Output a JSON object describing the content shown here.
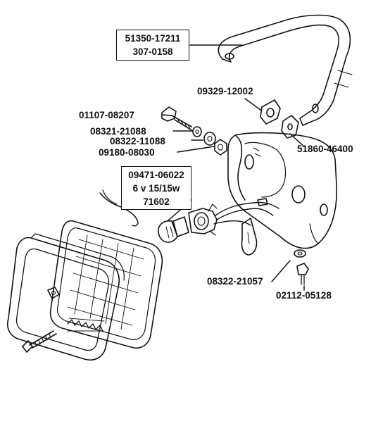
{
  "callouts": {
    "bracket": {
      "lines": [
        "51350-17211",
        "307-0158"
      ]
    },
    "bulb": {
      "lines": [
        "09471-06022",
        "6 v 15/15w",
        "71602"
      ]
    },
    "bolt": "01107-08207",
    "washer_1": "08321-21088",
    "washer_2": "08322-11088",
    "nut": "09180-08030",
    "grommet": "09329-12002",
    "clip_nut": "51860-46400",
    "lower_washer": "08322-21057",
    "lower_screw": "02112-05128"
  },
  "colors": {
    "ink": "#111111",
    "background": "#ffffff",
    "bleed_text": "#c8c8c8"
  }
}
